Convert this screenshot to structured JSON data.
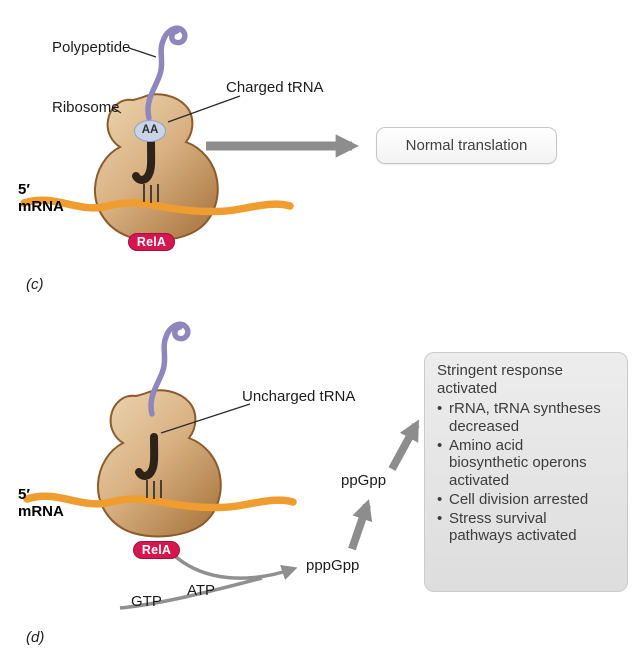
{
  "panel_c": {
    "panel_label": "(c)",
    "labels": {
      "polypeptide": "Polypeptide",
      "ribosome": "Ribosome",
      "charged_trna": "Charged tRNA",
      "aa": "AA",
      "five_prime": "5′",
      "mrna": "mRNA",
      "rela": "RelA"
    },
    "outcome": "Normal translation"
  },
  "panel_d": {
    "panel_label": "(d)",
    "labels": {
      "uncharged_trna": "Uncharged tRNA",
      "five_prime": "5′",
      "mrna": "mRNA",
      "rela": "RelA",
      "gtp": "GTP",
      "atp": "ATP",
      "pppgpp": "pppGpp",
      "ppgpp": "ppGpp"
    },
    "outcome_box": {
      "title": "Stringent response activated",
      "bullets": [
        "rRNA, tRNA syntheses decreased",
        "Amino acid biosynthetic operons activated",
        "Cell division arrested",
        "Stress survival pathways activated"
      ]
    }
  },
  "colors": {
    "ribosome_fill": "#d9b183",
    "ribosome_outline": "#8a5c2c",
    "polypeptide": "#8f86bd",
    "mrna": "#f09d30",
    "trna": "#2e2318",
    "rela_badge": "#d6164e",
    "aa_oval": "#c9d4e8",
    "arrow_gray": "#8d8d8d",
    "info_box_bg": "#e4e4e4"
  }
}
